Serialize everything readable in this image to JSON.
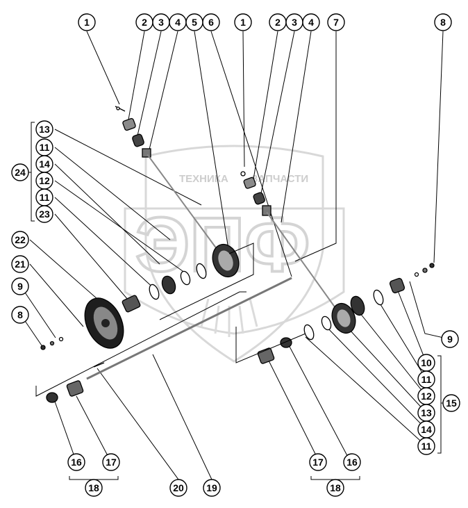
{
  "watermark": {
    "line1": "ТЕХНИКА",
    "line2": "ЗАПЧАСТИ",
    "logo": "ЭПФ",
    "color": "#c8c8c8"
  },
  "callouts": {
    "c1a": "1",
    "c2a": "2",
    "c3a": "3",
    "c4a": "4",
    "c5": "5",
    "c6": "6",
    "c1b": "1",
    "c2b": "2",
    "c3b": "3",
    "c4b": "4",
    "c7": "7",
    "c8a": "8",
    "c13a": "13",
    "c11a": "11",
    "c14a": "14",
    "c12a": "12",
    "c11b": "11",
    "c23": "23",
    "c24": "24",
    "c22": "22",
    "c21": "21",
    "c9a": "9",
    "c8b": "8",
    "c9b": "9",
    "c10": "10",
    "c11c": "11",
    "c12b": "12",
    "c13b": "13",
    "c14b": "14",
    "c11d": "11",
    "c15": "15",
    "c16a": "16",
    "c17a": "17",
    "c18a": "18",
    "c20": "20",
    "c19": "19",
    "c17b": "17",
    "c16b": "16",
    "c18b": "18"
  }
}
